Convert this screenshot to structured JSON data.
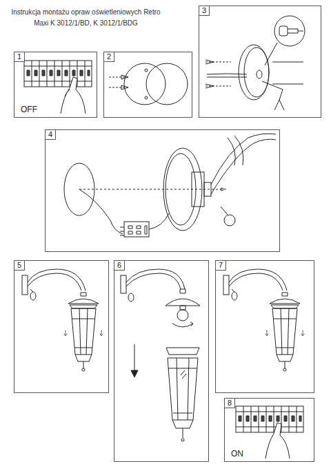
{
  "diagram": {
    "title": "Instrukcja montażu opraw oświetleniowych Retro Maxi K 3012/1/BD, K 3012/1/BDG",
    "nodes": [
      {
        "text": [
          "1",
          "OFF"
        ]
      },
      {
        "text": [
          "2"
        ]
      },
      {
        "text": [
          "3"
        ]
      },
      {
        "text": [
          "4"
        ]
      },
      {
        "text": [
          "5"
        ]
      },
      {
        "text": [
          "6"
        ]
      },
      {
        "text": [
          "7"
        ]
      },
      {
        "text": [
          "8",
          "ON"
        ]
      }
    ]
  }
}
